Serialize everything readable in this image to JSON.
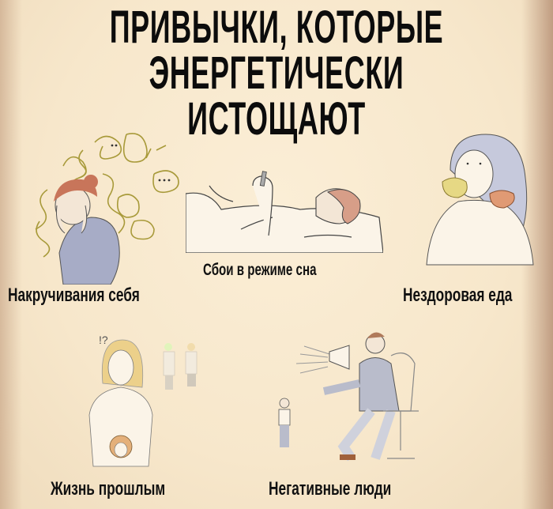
{
  "title": {
    "line1": "ПРИВЫЧКИ, КОТОРЫЕ",
    "line2": "ЭНЕРГЕТИЧЕСКИ ИСТОЩАЮТ"
  },
  "habits": [
    {
      "label": "Накручивания себя",
      "illustration": "woman-overthinking-with-scribbles"
    },
    {
      "label": "Сбои в режиме сна",
      "illustration": "woman-in-bed-with-phone"
    },
    {
      "label": "Нездоровая еда",
      "illustration": "woman-eating-donuts"
    },
    {
      "label": "Жизнь прошлым",
      "illustration": "woman-holding-doll-arguing-parents"
    },
    {
      "label": "Негативные люди",
      "illustration": "man-shouting-megaphone-at-child"
    }
  ],
  "colors": {
    "background": "#f7e7cb",
    "text": "#0c0c0c",
    "hair_red": "#c8755a",
    "sweater_blue": "#a7acc6",
    "scribble_olive": "#b5a84a",
    "hair_blonde": "#ecd08a",
    "suit_grey": "#b9bccb"
  }
}
